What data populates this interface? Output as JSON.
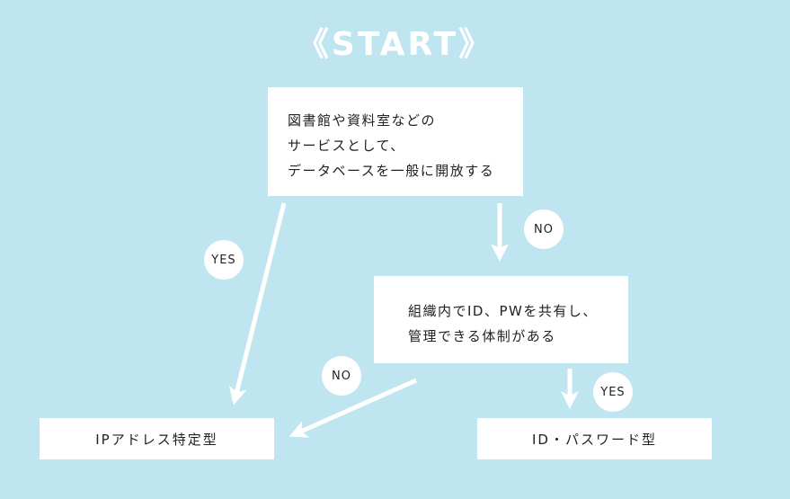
{
  "title": "《START》",
  "nodes": {
    "question1": {
      "lines": [
        "図書館や資料室などの",
        "サービスとして、",
        "データベースを一般に開放する"
      ]
    },
    "question2": {
      "lines": [
        "組織内でID、PWを共有し、",
        "管理できる体制がある"
      ]
    },
    "result_ip": {
      "label": "IPアドレス特定型"
    },
    "result_idpw": {
      "label": "ID・パスワード型"
    }
  },
  "edges": {
    "q1_yes": {
      "label": "YES",
      "from": "question1",
      "to": "result_ip"
    },
    "q1_no": {
      "label": "NO",
      "from": "question1",
      "to": "question2"
    },
    "q2_no": {
      "label": "NO",
      "from": "question2",
      "to": "result_ip"
    },
    "q2_yes": {
      "label": "YES",
      "from": "question2",
      "to": "result_idpw"
    }
  },
  "colors": {
    "background": "#bee5f0",
    "box": "#ffffff",
    "arrow": "#ffffff",
    "text": "#222222"
  }
}
